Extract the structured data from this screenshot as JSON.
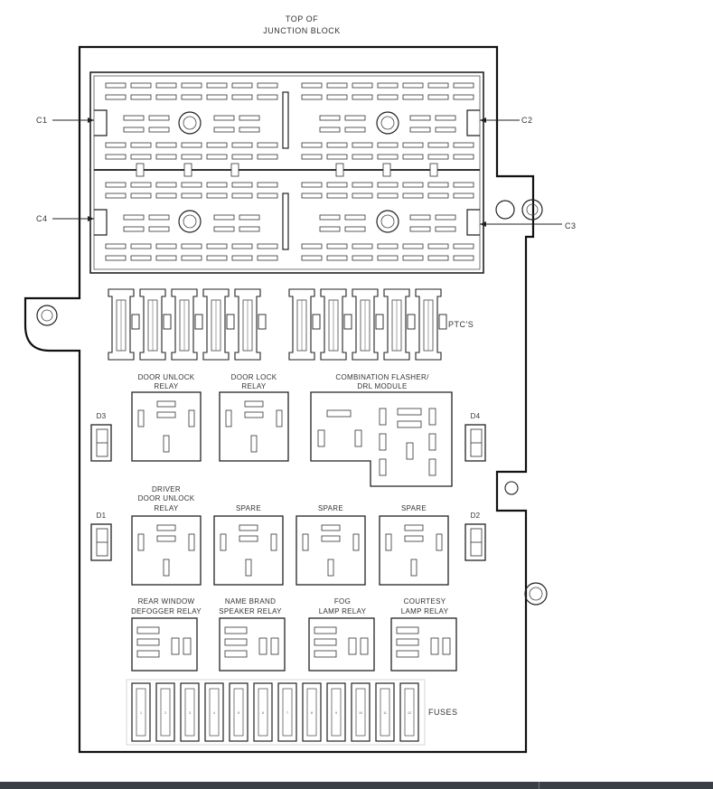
{
  "header": {
    "line1": "TOP OF",
    "line2": "JUNCTION BLOCK"
  },
  "connectors": {
    "c1": "C1",
    "c2": "C2",
    "c3": "C3",
    "c4": "C4"
  },
  "side_labels": {
    "ptcs": "PTC'S",
    "fuses": "FUSES"
  },
  "diodes": {
    "d1": "D1",
    "d2": "D2",
    "d3": "D3",
    "d4": "D4"
  },
  "relays_row1": [
    {
      "line1": "DOOR UNLOCK",
      "line2": "RELAY"
    },
    {
      "line1": "DOOR LOCK",
      "line2": "RELAY"
    },
    {
      "line1": "COMBINATION FLASHER/",
      "line2": "DRL MODULE"
    }
  ],
  "relays_row2": [
    {
      "line1": "DRIVER",
      "line2": "DOOR UNLOCK",
      "line3": "RELAY"
    },
    {
      "line1": "SPARE"
    },
    {
      "line1": "SPARE"
    },
    {
      "line1": "SPARE"
    }
  ],
  "relays_row3": [
    {
      "line1": "REAR WINDOW",
      "line2": "DEFOGGER RELAY"
    },
    {
      "line1": "NAME BRAND",
      "line2": "SPEAKER RELAY"
    },
    {
      "line1": "FOG",
      "line2": "LAMP RELAY"
    },
    {
      "line1": "COURTESY",
      "line2": "LAMP RELAY"
    }
  ],
  "fuse_numbers": [
    "1",
    "2",
    "3",
    "4",
    "5",
    "6",
    "7",
    "8",
    "9",
    "10",
    "11",
    "12"
  ]
}
